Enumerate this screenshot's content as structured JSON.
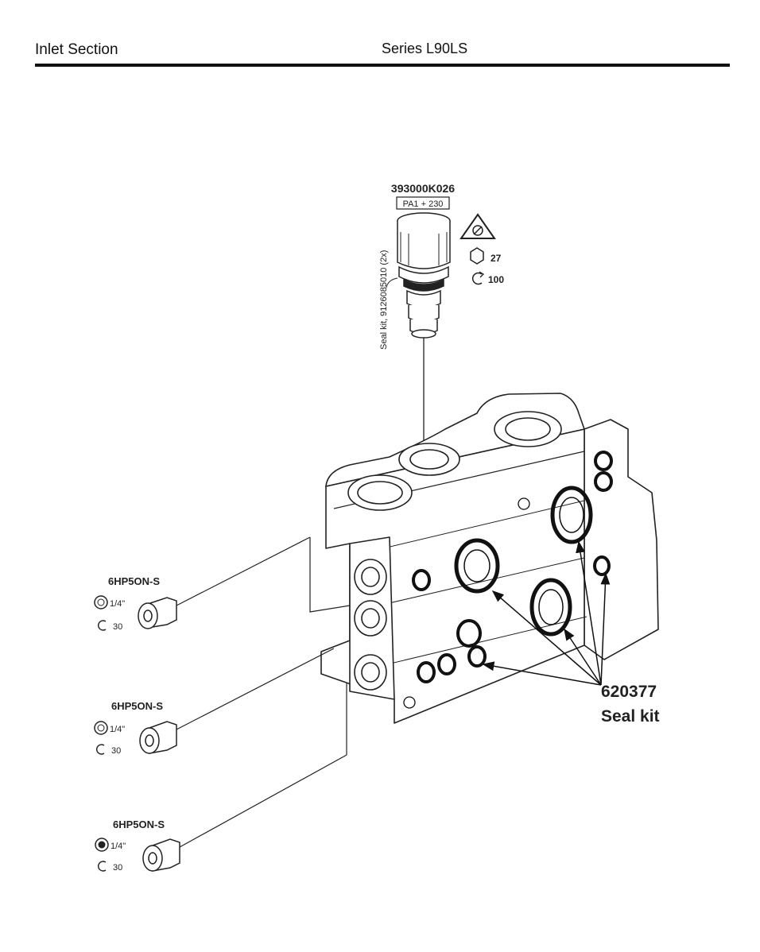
{
  "header": {
    "section": "Inlet Section",
    "series": "Series L90LS"
  },
  "top_part": {
    "part_no": "393000K026",
    "box_label": "PA1 + 230",
    "seal_kit_text": "Seal kit, 9126085010 (2x)",
    "hex_size": "27",
    "torque": "100"
  },
  "plugs": [
    {
      "part_no": "6HP5ON-S",
      "size": "1/4\"",
      "torque": "30"
    },
    {
      "part_no": "6HP5ON-S",
      "size": "1/4\"",
      "torque": "30"
    },
    {
      "part_no": "6HP5ON-S",
      "size": "1/4\"",
      "torque": "30"
    }
  ],
  "seal_kit": {
    "part_no": "620377",
    "label": "Seal kit"
  }
}
